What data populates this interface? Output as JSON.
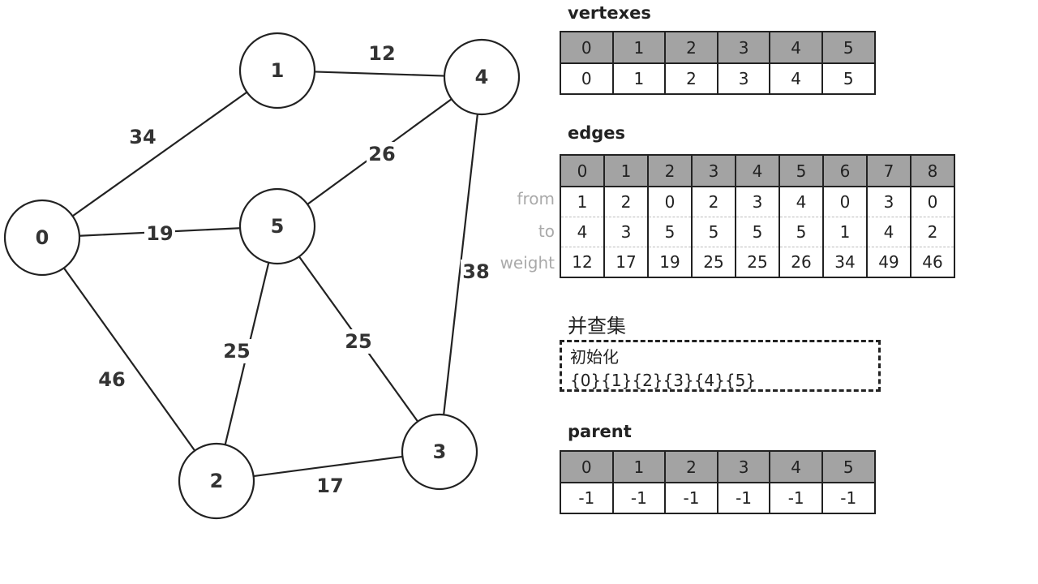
{
  "graph": {
    "nodes": [
      {
        "id": "0",
        "label": "0"
      },
      {
        "id": "1",
        "label": "1"
      },
      {
        "id": "2",
        "label": "2"
      },
      {
        "id": "3",
        "label": "3"
      },
      {
        "id": "4",
        "label": "4"
      },
      {
        "id": "5",
        "label": "5"
      }
    ],
    "edges": [
      {
        "from": "1",
        "to": "4",
        "weight": "12"
      },
      {
        "from": "0",
        "to": "1",
        "weight": "34"
      },
      {
        "from": "5",
        "to": "4",
        "weight": "26"
      },
      {
        "from": "0",
        "to": "5",
        "weight": "19"
      },
      {
        "from": "4",
        "to": "3",
        "weight": "38"
      },
      {
        "from": "5",
        "to": "2",
        "weight": "25"
      },
      {
        "from": "5",
        "to": "3",
        "weight": "25"
      },
      {
        "from": "0",
        "to": "2",
        "weight": "46"
      },
      {
        "from": "2",
        "to": "3",
        "weight": "17"
      }
    ]
  },
  "vertexes": {
    "title": "vertexes",
    "index": [
      "0",
      "1",
      "2",
      "3",
      "4",
      "5"
    ],
    "values": [
      "0",
      "1",
      "2",
      "3",
      "4",
      "5"
    ]
  },
  "edges_table": {
    "title": "edges",
    "index": [
      "0",
      "1",
      "2",
      "3",
      "4",
      "5",
      "6",
      "7",
      "8"
    ],
    "rows": [
      {
        "label": "from",
        "values": [
          "1",
          "2",
          "0",
          "2",
          "3",
          "4",
          "0",
          "3",
          "0"
        ]
      },
      {
        "label": "to",
        "values": [
          "4",
          "3",
          "5",
          "5",
          "5",
          "5",
          "1",
          "4",
          "2"
        ]
      },
      {
        "label": "weight",
        "values": [
          "12",
          "17",
          "19",
          "25",
          "25",
          "26",
          "34",
          "49",
          "46"
        ]
      }
    ]
  },
  "dsu": {
    "title": "并查集",
    "line1": "初始化",
    "line2": "{0}{1}{2}{3}{4}{5}"
  },
  "parent": {
    "title": "parent",
    "index": [
      "0",
      "1",
      "2",
      "3",
      "4",
      "5"
    ],
    "values": [
      "-1",
      "-1",
      "-1",
      "-1",
      "-1",
      "-1"
    ]
  }
}
